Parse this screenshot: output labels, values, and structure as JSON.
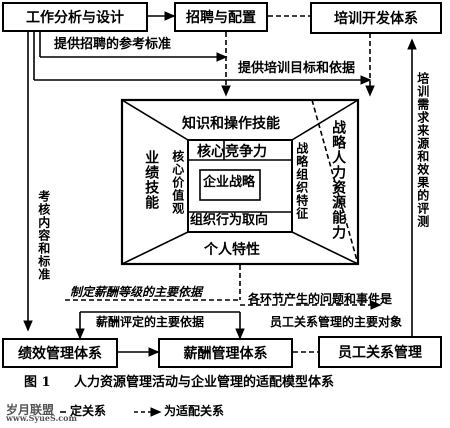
{
  "top_boxes": {
    "job_analysis": "工作分析与设计",
    "recruitment": "招聘与配置",
    "training": "培训开发体系"
  },
  "bottom_boxes": {
    "performance": "绩效管理体系",
    "compensation": "薪酬管理体系",
    "employee_relations": "员工关系管理"
  },
  "arrow_labels": {
    "recruit_reference": "提供招聘的参考标准",
    "training_goals": "提供培训目标和依据",
    "training_needs": "培训需求来源和效果的评测",
    "appraisal_content": "考核内容和标准",
    "salary_grade_basis": "制定薪酬等级的主要依据",
    "salary_review_basis": "薪酬评定的主要依据",
    "issues_events": "各环节产生的问题和事件是",
    "relations_object": "员工关系管理的主要对象"
  },
  "model": {
    "outer_top": "知识和操作技能",
    "outer_left": "业绩技能",
    "outer_right": "战略人力资源能力",
    "outer_bottom": "个人特性",
    "inner_top": "核心竞争力",
    "inner_left": "核心价值观",
    "inner_right": "战略组织特征",
    "inner_bottom": "组织行为取向",
    "center": "企业战略"
  },
  "caption": {
    "figure": "图 1",
    "title": "人力资源管理活动与企业管理的适配模型体系"
  },
  "legend": {
    "solid": "定关系",
    "dashed": "为适配关系"
  },
  "watermark": {
    "brand": "岁月联盟",
    "url": "www.SyueS.com"
  }
}
